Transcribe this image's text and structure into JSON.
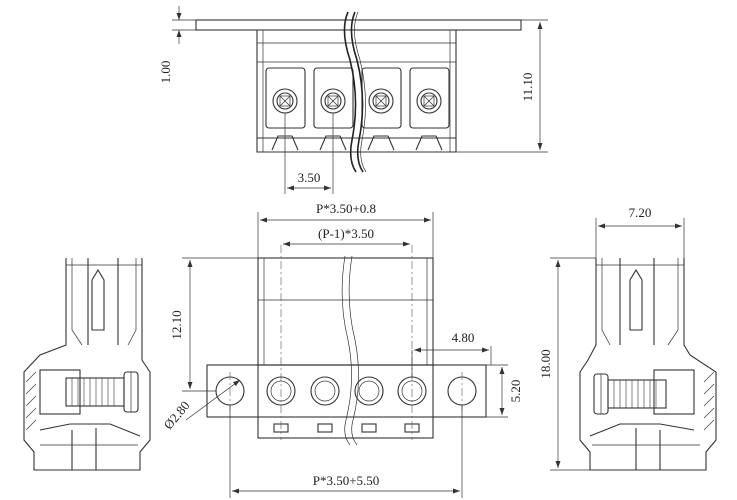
{
  "dimensions": {
    "top_thickness": "1.00",
    "top_height": "11.10",
    "top_pitch": "3.50",
    "front_total_width": "P*3.50+0.8",
    "front_pitch_span": "(P-1)*3.50",
    "front_height": "12.10",
    "flange_offset": "4.80",
    "flange_height": "5.20",
    "hole_diameter": "Ø2.80",
    "flange_total_width": "P*3.50+5.50",
    "side_width": "7.20",
    "side_height": "18.00"
  },
  "colors": {
    "line": "#333333",
    "background": "#ffffff"
  }
}
